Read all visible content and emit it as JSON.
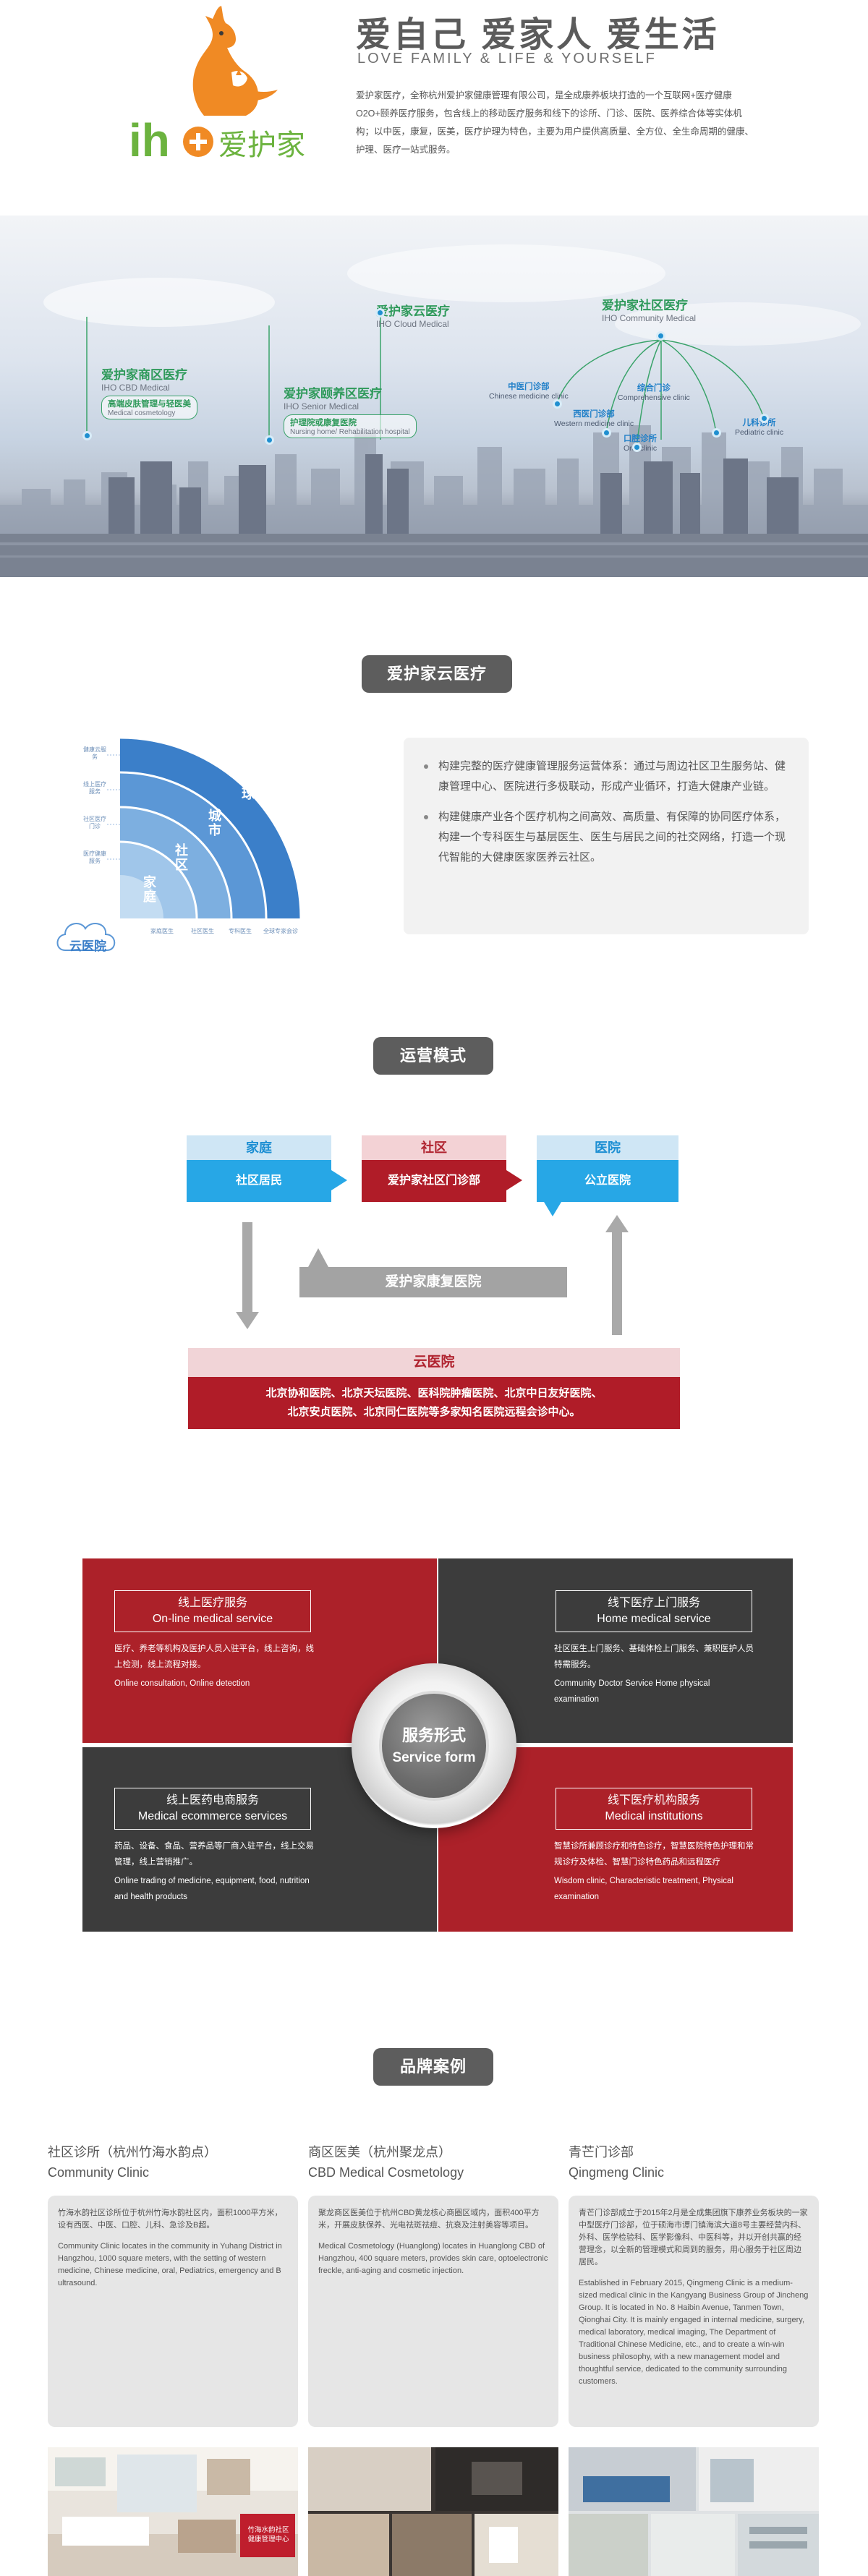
{
  "header": {
    "logo_text": "iho爱护家",
    "slogan": "爱自己 爱家人 爱生活",
    "slogan_en": "LOVE FAMILY & LIFE & YOURSELF",
    "intro": "爱护家医疗，全称杭州爱护家健康管理有限公司，是全成康养板块打造的一个互联网+医疗健康O2O+颐养医疗服务，包含线上的移动医疗服务和线下的诊所、门诊、医院、医养综合体等实体机构；以中医，康复，医美，医疗护理为特色，主要为用户提供高质量、全方位、全生命周期的健康、护理、医疗一站式服务。"
  },
  "skyline": {
    "cbd": {
      "title": "爱护家商区医疗",
      "sub": "IHO CBD Medical",
      "pill_cn": "高端皮肤管理与轻医美",
      "pill_en": "Medical cosmetology"
    },
    "senior": {
      "title": "爱护家颐养区医疗",
      "sub": "IHO Senior Medical",
      "pill_cn": "护理院或康复医院",
      "pill_en": "Nursing home/ Rehabilitation hospital"
    },
    "cloud": {
      "title": "爱护家云医疗",
      "sub": "IHO Cloud Medical"
    },
    "community": {
      "title": "爱护家社区医疗",
      "sub": "IHO Community Medical"
    },
    "clinics": [
      {
        "cn": "中医门诊部",
        "en": "Chinese medicine clinic"
      },
      {
        "cn": "综合门诊",
        "en": "Comprehensive clinic"
      },
      {
        "cn": "西医门诊部",
        "en": "Western medicine clinic"
      },
      {
        "cn": "口腔诊所",
        "en": "Oral clinic"
      },
      {
        "cn": "儿科诊所",
        "en": "Pediatric clinic"
      }
    ]
  },
  "cloud_section": {
    "title": "爱护家云医疗",
    "ring_labels": [
      "全球",
      "城市",
      "社区",
      "家庭"
    ],
    "side_labels": [
      "健康云服务",
      "线上医疗服务",
      "社区医疗门诊",
      "医疗健康服务"
    ],
    "bottom_labels": [
      "家庭医生",
      "社区医生",
      "专科医生",
      "全球专家会诊"
    ],
    "cloud_label": "云医院",
    "bullets": [
      "构建完整的医疗健康管理服务运营体系：通过与周边社区卫生服务站、健康管理中心、医院进行多极联动，形成产业循环，打造大健康产业链。",
      "构建健康产业各个医疗机构之间高效、高质量、有保障的协同医疗体系，构建一个专科医生与基层医生、医生与居民之间的社交网络，打造一个现代智能的大健康医家医养云社区。"
    ]
  },
  "ops": {
    "title": "运营模式",
    "family_head": "家庭",
    "family_body": "社区居民",
    "community_head": "社区",
    "community_body": "爱护家社区门诊部",
    "hospital_head": "医院",
    "hospital_body": "公立医院",
    "rehab": "爱护家康复医院",
    "cloud_head": "云医院",
    "cloud_body_1": "北京协和医院、北京天坛医院、医科院肿瘤医院、北京中日友好医院、",
    "cloud_body_2": "北京安贞医院、北京同仁医院等多家知名医院远程会诊中心。"
  },
  "service": {
    "center_cn": "服务形式",
    "center_en": "Service form",
    "tl": {
      "cn": "线上医疗服务",
      "en": "On-line medical service",
      "text_cn": "医疗、养老等机构及医护人员入驻平台，线上咨询，线上检测，线上流程对接。",
      "text_en": "Online consultation, Online detection"
    },
    "tr": {
      "cn": "线下医疗上门服务",
      "en": "Home medical service",
      "text_cn": "社区医生上门服务、基础体检上门服务、兼职医护人员特需服务。",
      "text_en": "Community Doctor Service Home physical examination"
    },
    "bl": {
      "cn": "线上医药电商服务",
      "en": "Medical ecommerce services",
      "text_cn": "药品、设备、食品、营养品等厂商入驻平台，线上交易管理，线上营销推广。",
      "text_en": "Online trading of medicine, equipment, food, nutrition and health products"
    },
    "br": {
      "cn": "线下医疗机构服务",
      "en": "Medical institutions",
      "text_cn": "智慧诊所兼顾诊疗和特色诊疗，智慧医院特色护理和常规诊疗及体检、智慧门诊特色药品和远程医疗",
      "text_en": "Wisdom clinic, Characteristic treatment, Physical examination"
    }
  },
  "cases": {
    "title": "品牌案例",
    "items": [
      {
        "cn": "社区诊所（杭州竹海水韵点）",
        "en": "Community Clinic",
        "p_cn": "竹海水韵社区诊所位于杭州竹海水韵社区内，面积1000平方米，设有西医、中医、口腔、儿科、急诊及B超。",
        "p_en": "Community Clinic locates in the community in Yuhang District in Hangzhou, 1000 square meters, with the setting of western medicine, Chinese medicine, oral, Pediatrics, emergency and B ultrasound."
      },
      {
        "cn": "商区医美（杭州聚龙点）",
        "en": "CBD Medical Cosmetology",
        "p_cn": "聚龙商区医美位于杭州CBD黄龙核心商圈区域内，面积400平方米，开展皮肤保养、光电祛斑祛痘、抗衰及注射美容等项目。",
        "p_en": "Medical Cosmetology (Huanglong) locates in Huanglong CBD of Hangzhou, 400 square meters, provides skin care, optoelectronic freckle, anti-aging and cosmetic injection."
      },
      {
        "cn": "青芒门诊部",
        "en": "Qingmeng Clinic",
        "p_cn": "青芒门诊部成立于2015年2月是全成集团旗下康养业务板块的一家中型医疗门诊部，位于硕海市谭门镇海滨大道8号主要经营内科、外科、医学检验科、医学影像科、中医科等，并以开创共赢的经营理念，以全新的管理模式和周到的服务，用心服务于社区周边居民。",
        "p_en": "Established in February 2015, Qingmeng Clinic is a medium-sized medical clinic in the Kangyang Business Group of Jincheng Group. It is located in No. 8 Haibin Avenue, Tanmen Town, Qionghai City. It is mainly engaged in internal medicine, surgery, medical laboratory, medical imaging, The Department of Traditional Chinese Medicine, etc., and to create a win-win business philosophy, with a new management model and thoughtful service, dedicated to the community surrounding customers."
      }
    ],
    "photo_sign": "竹海水韵社区健康管理中心"
  },
  "colors": {
    "brand_orange": "#f08a24",
    "brand_green": "#6cb33f",
    "red": "#ac2129",
    "dark": "#3c3c3c",
    "blue": "#27a7e6"
  }
}
